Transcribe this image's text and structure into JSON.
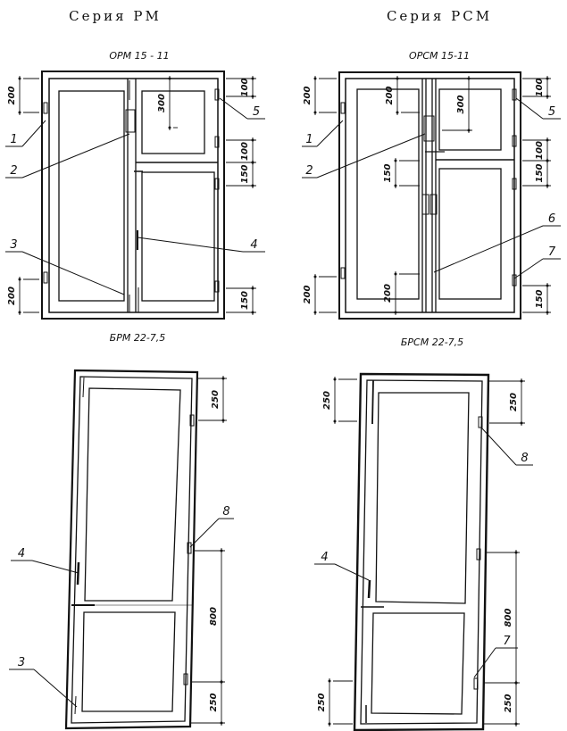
{
  "headings": {
    "left": "Серия РМ",
    "right": "Серия РСМ"
  },
  "models": {
    "window_rm": "ОРМ 15 - 11",
    "window_rsm": "ОРСМ 15-11",
    "door_rm": "БРМ 22-7,5",
    "door_rsm": "БРСМ 22-7,5"
  },
  "window_rm": {
    "dims": [
      "200",
      "200",
      "100",
      "100",
      "150",
      "150",
      "300"
    ],
    "callouts": [
      "1",
      "2",
      "3",
      "4",
      "5"
    ]
  },
  "window_rsm": {
    "dims": [
      "200",
      "200",
      "300",
      "100",
      "100",
      "150",
      "150",
      "200",
      "200",
      "150"
    ],
    "callouts": [
      "1",
      "2",
      "5",
      "6",
      "7"
    ]
  },
  "door_rm": {
    "dims": [
      "250",
      "800",
      "250"
    ],
    "callouts": [
      "4",
      "8",
      "3"
    ]
  },
  "door_rsm": {
    "dims": [
      "250",
      "250",
      "800",
      "250",
      "250"
    ],
    "callouts": [
      "8",
      "4",
      "7"
    ]
  }
}
